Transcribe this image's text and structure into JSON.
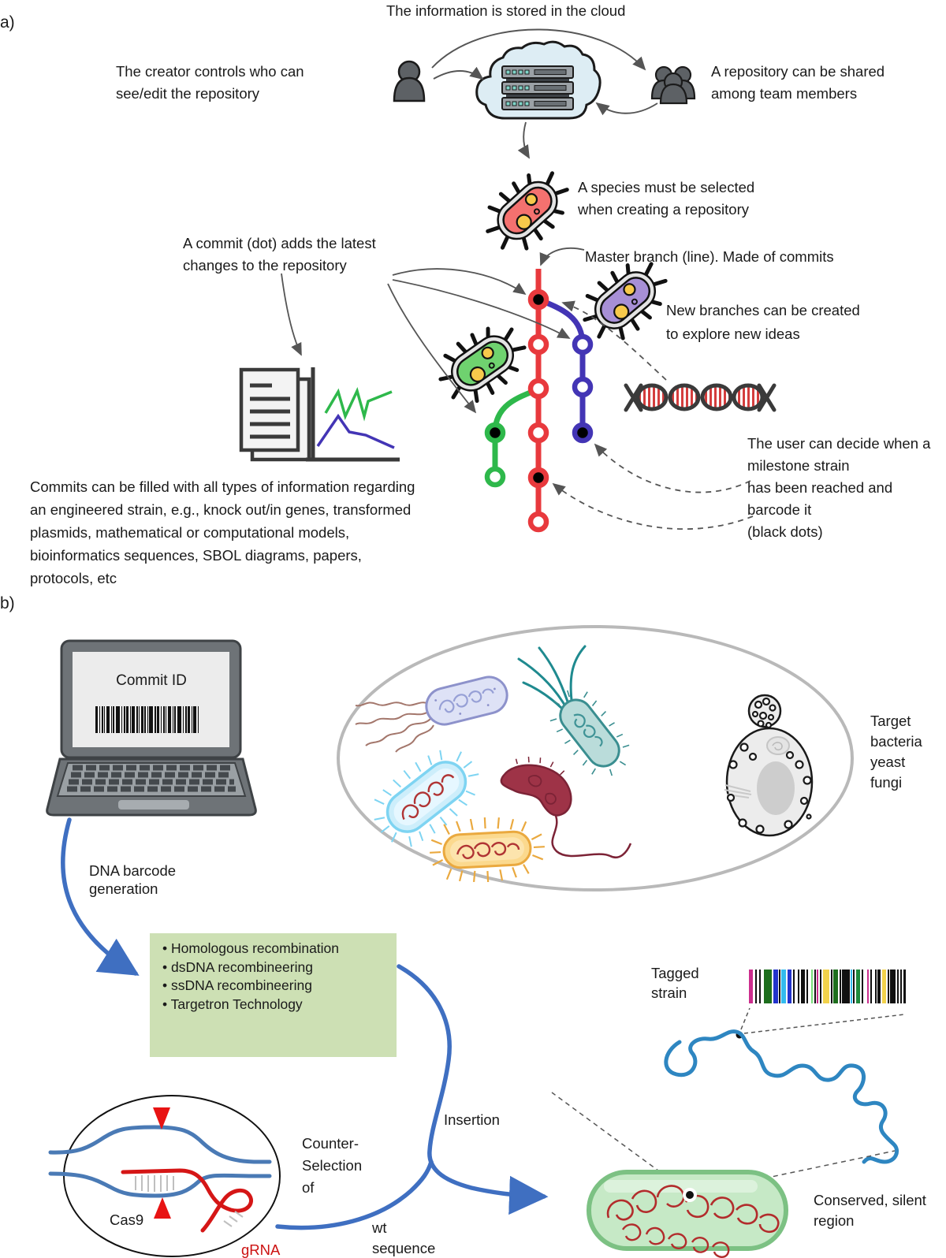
{
  "figure": {
    "panel_a_label": "a)",
    "panel_b_label": "b)"
  },
  "panel_a": {
    "cloud_caption": "The information is stored in the cloud",
    "creator_note": {
      "lines": [
        "The creator controls who can",
        "see/edit the repository"
      ]
    },
    "share_note": {
      "lines": [
        "A repository can be shared",
        "among team members"
      ]
    },
    "species_note": {
      "lines": [
        "A species must be selected",
        "when creating a repository"
      ]
    },
    "commit_note": {
      "lines": [
        "A commit (dot) adds the latest",
        "changes to the repository"
      ]
    },
    "master_branch_note": "Master branch (line). Made of commits",
    "branches_note": {
      "lines": [
        "New branches can be created",
        "to explore new ideas"
      ]
    },
    "milestone_note": {
      "lines": [
        "The user can decide when a",
        "milestone strain",
        "has been reached and",
        "barcode it",
        "(black dots)"
      ]
    },
    "commits_fill_note": {
      "lines": [
        "Commits can be filled with all types of information regarding",
        "an engineered strain, e.g., knock out/in genes, transformed",
        "plasmids, mathematical or computational models,",
        "bioinformatics sequences, SBOL diagrams, papers,",
        "protocols, etc"
      ]
    }
  },
  "panel_b": {
    "laptop_screen_title": "Commit ID",
    "dna_barcode_note": {
      "lines": [
        "DNA barcode",
        "generation"
      ]
    },
    "methods": [
      "• Homologous recombination",
      "• dsDNA recombineering",
      "• ssDNA recombineering",
      "• Targetron Technology"
    ],
    "target_note": {
      "lines": [
        "Target",
        "bacteria",
        "yeast",
        "fungi"
      ]
    },
    "tagged_note": {
      "lines": [
        "Tagged",
        "strain"
      ]
    },
    "insertion_label": "Insertion",
    "counter_selection_note": {
      "lines": [
        "Counter-",
        "Selection",
        "of"
      ]
    },
    "wt_note": {
      "lines": [
        "wt",
        "sequence"
      ]
    },
    "cas9_label": "Cas9",
    "grna_label": "gRNA",
    "conserved_note": {
      "lines": [
        "Conserved, silent",
        "region"
      ]
    }
  },
  "colors": {
    "master_branch": "#e8393d",
    "new_branch": "#4335b5",
    "milestone_branch_green": "#2eb84b",
    "annotation_arrow_gray": "#555555",
    "workflow_arrow": "#3f6fc1",
    "grna_red": "#cc1111",
    "methods_box_green": "#cde0b4",
    "cloud_fill": "#ddedf4"
  }
}
